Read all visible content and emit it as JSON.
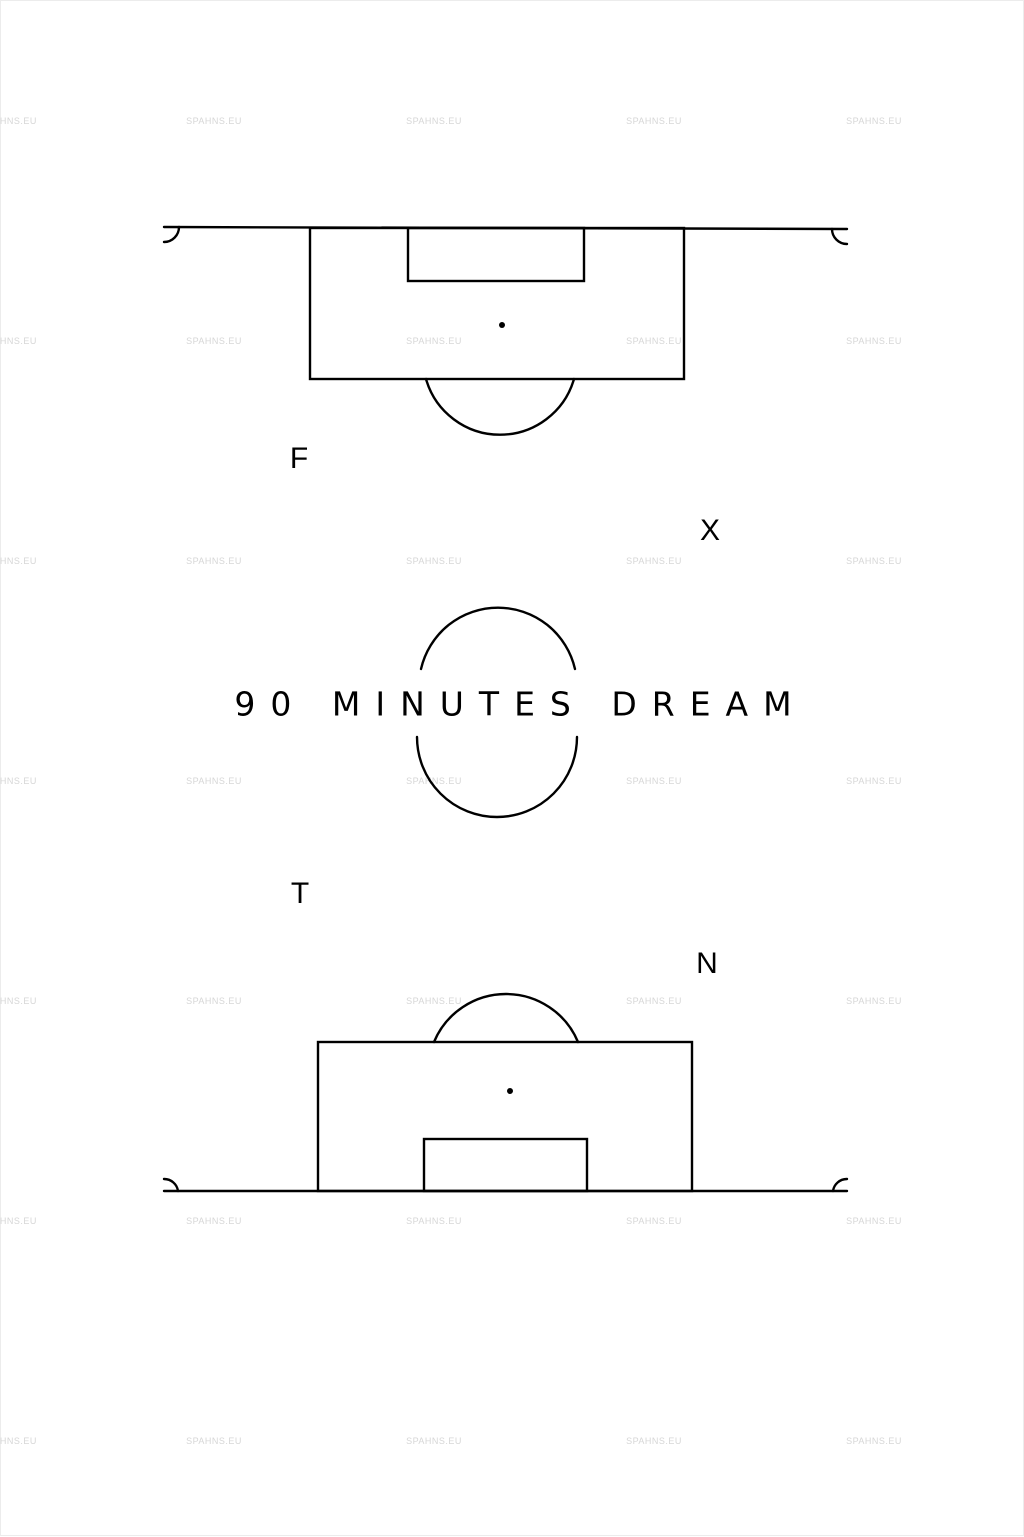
{
  "poster": {
    "title": "90 MINUTES DREAM",
    "letters": [
      "F",
      "X",
      "T",
      "N"
    ],
    "watermark": "SPAHNS.EU",
    "colors": {
      "background": "#ffffff",
      "ink": "#000000",
      "watermark": "#d6d6d6"
    }
  }
}
